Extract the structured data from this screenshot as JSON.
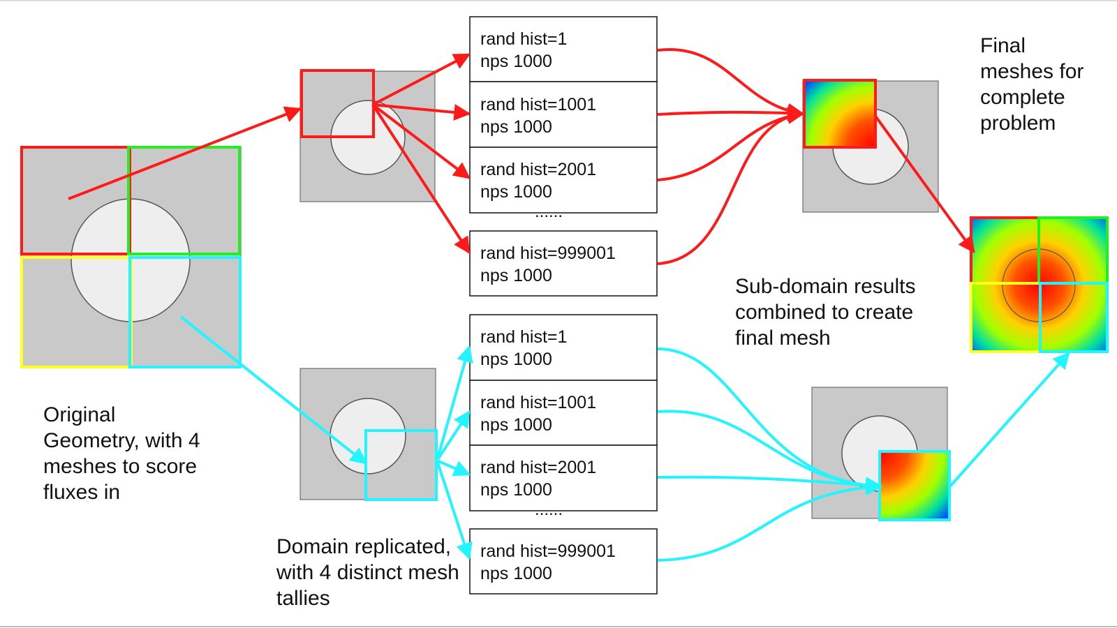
{
  "colors": {
    "red": "#ff1a1a",
    "green": "#22ee22",
    "yellow": "#ffff22",
    "cyan": "#22f5ff",
    "geometry_fill": "#c9c9c9",
    "circle_fill": "#eeeeee"
  },
  "labels": {
    "original_geometry": [
      "Original",
      "Geometry, with 4",
      "meshes to score",
      "fluxes in"
    ],
    "domain_replicated": [
      "Domain replicated,",
      "with 4 distinct mesh",
      "tallies"
    ],
    "subdomain_results": [
      "Sub-domain results",
      "combined to create",
      "final mesh"
    ],
    "final_meshes": [
      "Final",
      "meshes for",
      "complete",
      "problem"
    ]
  },
  "runs_top": [
    {
      "rand": "rand hist=1",
      "nps": "nps 1000"
    },
    {
      "rand": "rand hist=1001",
      "nps": "nps 1000"
    },
    {
      "rand": "rand hist=2001",
      "nps": "nps 1000"
    },
    {
      "rand": "rand hist=999001",
      "nps": "nps 1000"
    }
  ],
  "runs_bottom": [
    {
      "rand": "rand hist=1",
      "nps": "nps 1000"
    },
    {
      "rand": "rand hist=1001",
      "nps": "nps 1000"
    },
    {
      "rand": "rand hist=2001",
      "nps": "nps 1000"
    },
    {
      "rand": "rand hist=999001",
      "nps": "nps 1000"
    }
  ],
  "ellipsis": "......"
}
